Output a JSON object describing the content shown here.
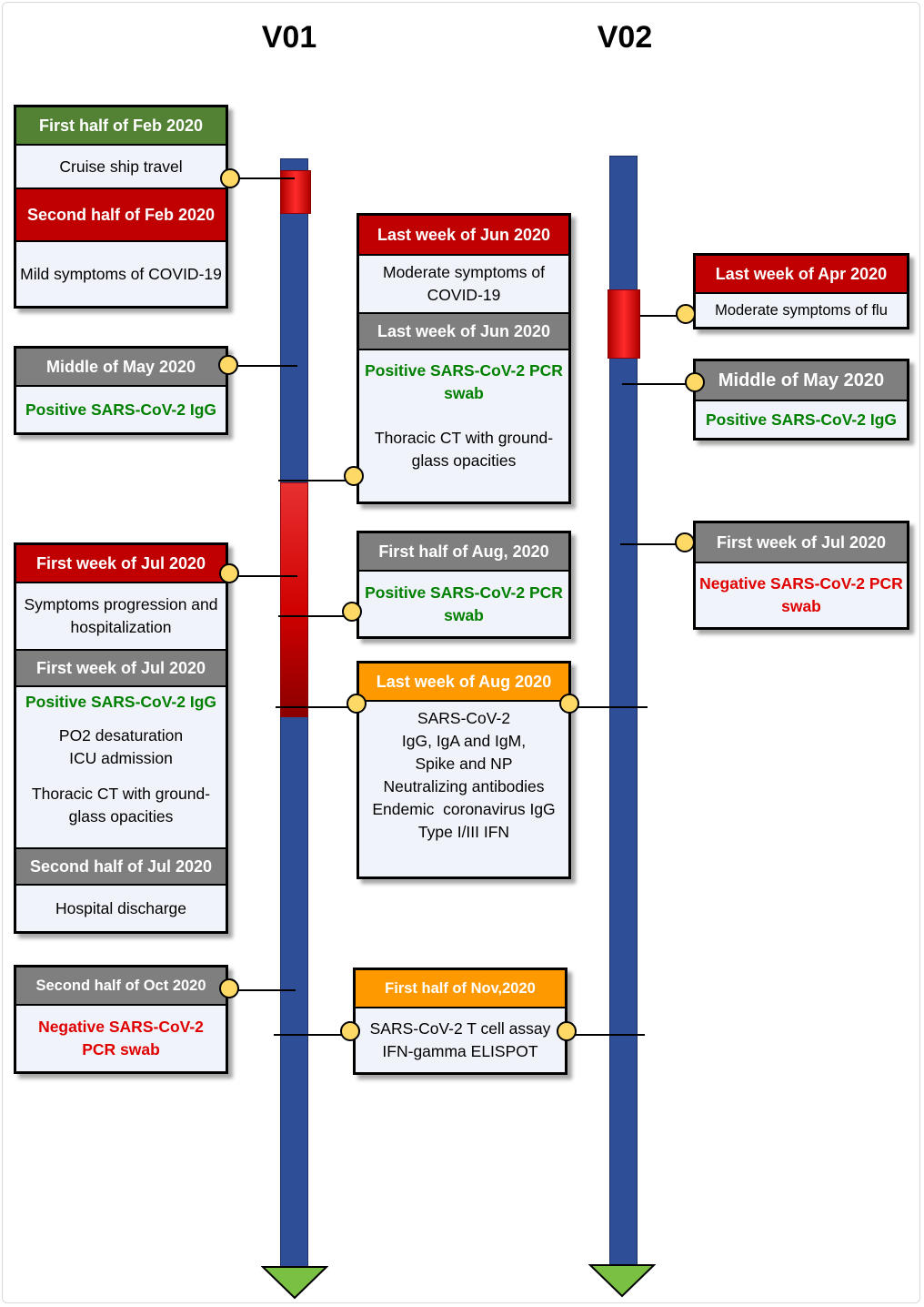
{
  "columns": {
    "v01": "V01",
    "v02": "V02"
  },
  "colors": {
    "axis": "#2e4f97",
    "period": "#c00000",
    "green_header": "#548235",
    "red_header": "#c00000",
    "grey_header": "#7f7f7f",
    "orange_header": "#ff9900",
    "positive_text": "#008000",
    "negative_text": "#e00000",
    "marker": "#ffd966",
    "arrowhead": "#7ac143"
  },
  "v01": {
    "box1": {
      "h1": "First half of Feb 2020",
      "b1": "Cruise ship travel",
      "h2": "Second half of Feb 2020",
      "b2": "Mild symptoms of COVID-19"
    },
    "box2": {
      "h": "Middle of May 2020",
      "b": "Positive SARS-CoV-2 IgG"
    },
    "box3": {
      "h1": "First week of Jul 2020",
      "b1": "Symptoms progression and hospitalization",
      "h2": "First week of Jul 2020",
      "b2a": "Positive SARS-CoV-2 IgG",
      "b2b": "PO2 desaturation",
      "b2c": "ICU admission",
      "b2d": "Thoracic CT with ground-glass opacities",
      "h3": "Second half of Jul 2020",
      "b3": "Hospital discharge"
    },
    "box4": {
      "h": "Second half of Oct 2020",
      "b": "Negative SARS-CoV-2 PCR swab"
    }
  },
  "middle": {
    "box1": {
      "h1": "Last week of Jun 2020",
      "b1": "Moderate symptoms of COVID-19",
      "h2": "Last week of Jun 2020",
      "b2a": "Positive SARS-CoV-2 PCR swab",
      "b2b": "Thoracic CT with ground-glass opacities"
    },
    "box2": {
      "h": "First half of Aug, 2020",
      "b": "Positive SARS-CoV-2 PCR swab"
    },
    "box3": {
      "h": "Last week of Aug 2020",
      "lines": [
        "SARS-CoV-2",
        "IgG, IgA and IgM,",
        "Spike and NP",
        "Neutralizing antibodies",
        "Endemic  coronavirus IgG",
        "Type I/III IFN"
      ]
    },
    "box4": {
      "h": "First half of Nov,2020",
      "b1": "SARS-CoV-2 T cell assay",
      "b2": "IFN-gamma ELISPOT"
    }
  },
  "v02": {
    "box1": {
      "h": "Last week of Apr 2020",
      "b": "Moderate symptoms of flu"
    },
    "box2": {
      "h": "Middle of May 2020",
      "b": "Positive SARS-CoV-2 IgG"
    },
    "box3": {
      "h": "First week of Jul 2020",
      "b": "Negative SARS-CoV-2 PCR swab"
    }
  }
}
